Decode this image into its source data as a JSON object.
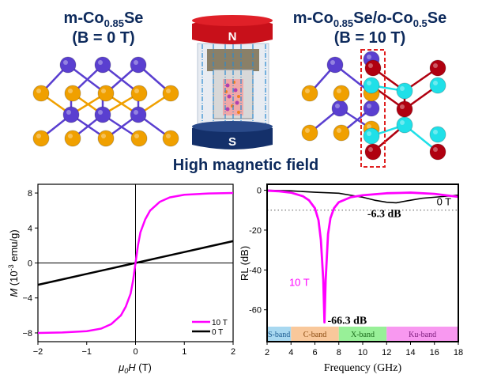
{
  "diagram": {
    "left_title": {
      "main": "m-Co",
      "sub": "0.85",
      "tail": "Se",
      "line2": "(B = 0 T)"
    },
    "right_title": {
      "p1": "m-Co",
      "s1": "0.85",
      "p2": "Se/o-Co",
      "s2": "0.5",
      "p3": "Se",
      "line2": "(B = 10 T)"
    },
    "magnet_north": "N",
    "magnet_south": "S",
    "caption": "High magnetic field",
    "colors": {
      "title": "#0d2a5c",
      "co_purple": "#5a3fd0",
      "se_orange": "#f0a000",
      "cyan": "#20e0e8",
      "red": "#b00010",
      "magnet_red": "#c8101a",
      "magnet_blue": "#14306a"
    }
  },
  "chart_data": [
    {
      "type": "line",
      "title": "",
      "xlabel_italic": "μ",
      "xlabel_sub": "0",
      "xlabel_italic2": "H",
      "xlabel_tail": " (T)",
      "ylabel_italic": "M",
      "ylabel_pre": " (10",
      "ylabel_sup": "-3",
      "ylabel_tail": " emu/g)",
      "xlim": [
        -2,
        2
      ],
      "ylim": [
        -9,
        9
      ],
      "xticks": [
        -2,
        -1,
        0,
        1,
        2
      ],
      "xtick_labels": [
        "−2",
        "−1",
        "0",
        "1",
        "2"
      ],
      "yticks": [
        -8,
        -4,
        0,
        4,
        8
      ],
      "ytick_labels": [
        "−8",
        "−4",
        "0",
        "4",
        "8"
      ],
      "legend": "bottom-right",
      "x": [
        -2,
        -1.5,
        -1,
        -0.7,
        -0.5,
        -0.3,
        -0.2,
        -0.1,
        -0.05,
        0,
        0.05,
        0.1,
        0.2,
        0.3,
        0.5,
        0.7,
        1,
        1.5,
        2
      ],
      "series": [
        {
          "name": "10 T",
          "color": "#ff00ff",
          "values": [
            -8,
            -7.95,
            -7.8,
            -7.5,
            -7.0,
            -6.0,
            -5.0,
            -3.5,
            -2.0,
            0,
            2.0,
            3.5,
            5.0,
            6.0,
            7.0,
            7.5,
            7.8,
            7.95,
            8
          ]
        },
        {
          "name": "0 T",
          "color": "#000000",
          "values": [
            -2.5,
            -1.875,
            -1.25,
            -0.875,
            -0.625,
            -0.375,
            -0.25,
            -0.125,
            -0.0625,
            0,
            0.0625,
            0.125,
            0.25,
            0.375,
            0.625,
            0.875,
            1.25,
            1.875,
            2.5
          ]
        }
      ]
    },
    {
      "type": "line",
      "title": "",
      "xlabel": "Frequency (GHz)",
      "ylabel": "RL (dB)",
      "xlim": [
        2,
        18
      ],
      "ylim": [
        -76,
        3
      ],
      "xticks": [
        2,
        4,
        6,
        8,
        10,
        12,
        14,
        16,
        18
      ],
      "xtick_labels": [
        "2",
        "4",
        "6",
        "8",
        "10",
        "12",
        "14",
        "16",
        "18"
      ],
      "yticks": [
        0,
        -20,
        -40,
        -60
      ],
      "ytick_labels": [
        "0",
        "-20",
        "-40",
        "-60"
      ],
      "reference_line": -10,
      "series": [
        {
          "name": "10 T",
          "color": "#ff00ff",
          "x": [
            2,
            3,
            4,
            5,
            5.5,
            6,
            6.3,
            6.5,
            6.7,
            6.8,
            6.9,
            7.1,
            7.3,
            7.6,
            8,
            9,
            10,
            12,
            14,
            16,
            18
          ],
          "values": [
            -0.2,
            -0.5,
            -1.2,
            -3,
            -5,
            -9,
            -15,
            -25,
            -45,
            -66.3,
            -45,
            -22,
            -14,
            -9,
            -6,
            -3.5,
            -2.5,
            -1.5,
            -1.2,
            -1.8,
            -3.3
          ]
        },
        {
          "name": "0 T",
          "color": "#000000",
          "x": [
            2,
            4,
            6,
            8,
            9,
            10,
            11,
            12,
            12.8,
            14,
            15,
            16,
            17,
            18
          ],
          "values": [
            0,
            -0.3,
            -1,
            -1.5,
            -2.5,
            -3.5,
            -5,
            -6,
            -6.3,
            -5,
            -4,
            -3.5,
            -3,
            -2.5
          ]
        }
      ],
      "bands": [
        {
          "label": "S-band",
          "from": 2,
          "to": 4,
          "color": "#a8d8f0",
          "text_color": "#1a5a90"
        },
        {
          "label": "C-band",
          "from": 4,
          "to": 8,
          "color": "#f9c89b",
          "text_color": "#8a4a10"
        },
        {
          "label": "X-band",
          "from": 8,
          "to": 12,
          "color": "#98f098",
          "text_color": "#1a6a1a"
        },
        {
          "label": "Ku-band",
          "from": 12,
          "to": 18,
          "color": "#f898f0",
          "text_color": "#7a1a7a"
        }
      ],
      "annotations": [
        {
          "text": "0 T",
          "x": 16.8,
          "y": -7.5,
          "color": "#000000"
        },
        {
          "text": "-6.3 dB",
          "x": 11.8,
          "y": -13.5,
          "color": "#000000"
        },
        {
          "text": "10 T",
          "x": 4.7,
          "y": -48,
          "color": "#ff00ff"
        },
        {
          "text": "-66.3 dB",
          "x": 8.7,
          "y": -67,
          "color": "#000000"
        }
      ]
    }
  ]
}
